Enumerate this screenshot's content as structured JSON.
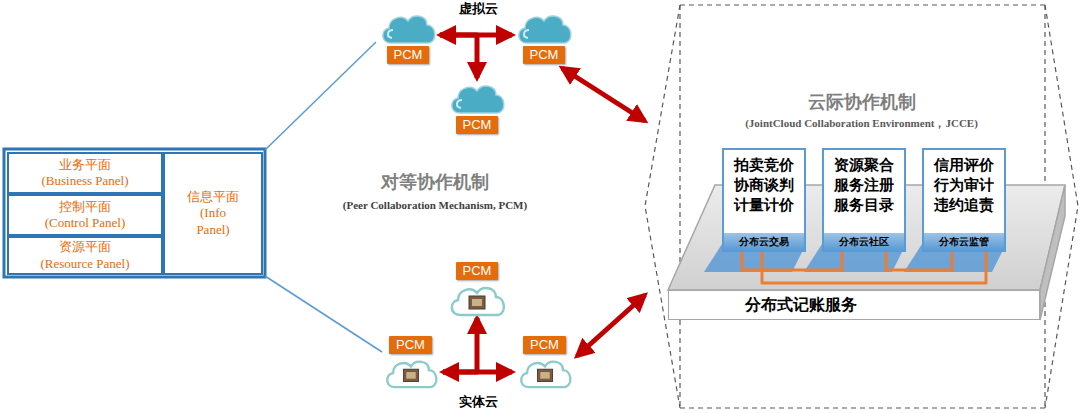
{
  "diagram": {
    "nodes": [
      {
        "text": [
          "业务平面 (Business Panel)"
        ]
      },
      {
        "text": [
          "控制平面 (Control Panel)"
        ]
      },
      {
        "text": [
          "资源平面 (Resource Panel)"
        ]
      },
      {
        "text": [
          "信息平面 (Info Panel)"
        ]
      },
      {
        "text": [
          "PCM"
        ]
      },
      {
        "text": [
          "PCM"
        ]
      },
      {
        "text": [
          "PCM"
        ]
      },
      {
        "text": [
          "云际协作机制",
          "(JointCloud Collaboration Environment，JCCE)"
        ]
      },
      {
        "text": [
          "拍卖竞价 协商谈判 计量计价",
          "分布云交易"
        ],
        "in": 7
      },
      {
        "text": [
          "资源聚合 服务注册 服务目录",
          "分布云社区"
        ],
        "in": 7
      },
      {
        "text": [
          "信用评价 行为审计 违约追责",
          "分布云监管"
        ],
        "in": 7
      },
      {
        "text": [
          "分布式记账服务"
        ],
        "in": 7
      },
      {
        "text": [
          "PCM"
        ]
      },
      {
        "text": [
          "PCM"
        ]
      },
      {
        "text": [
          "PCM"
        ]
      }
    ],
    "edges": [
      {
        "from": 4,
        "to": 5,
        "arrow": "both"
      },
      {
        "from": 4,
        "to": 6,
        "arrow": "to"
      },
      {
        "from": 5,
        "to": 7,
        "arrow": "both"
      },
      {
        "from": 14,
        "to": 7,
        "arrow": "both"
      },
      {
        "from": 8,
        "to": 9,
        "arrow": "none"
      },
      {
        "from": 9,
        "to": 10,
        "arrow": "none"
      },
      {
        "from": 8,
        "to": 10,
        "arrow": "none"
      },
      {
        "from": 13,
        "to": 14,
        "arrow": "both"
      },
      {
        "from": 13,
        "to": 12,
        "arrow": "to"
      }
    ],
    "labels": [
      "虚拟云",
      "对等协作机制",
      "(Peer Collaboration Mechanism, PCM)",
      "实体云"
    ]
  }
}
